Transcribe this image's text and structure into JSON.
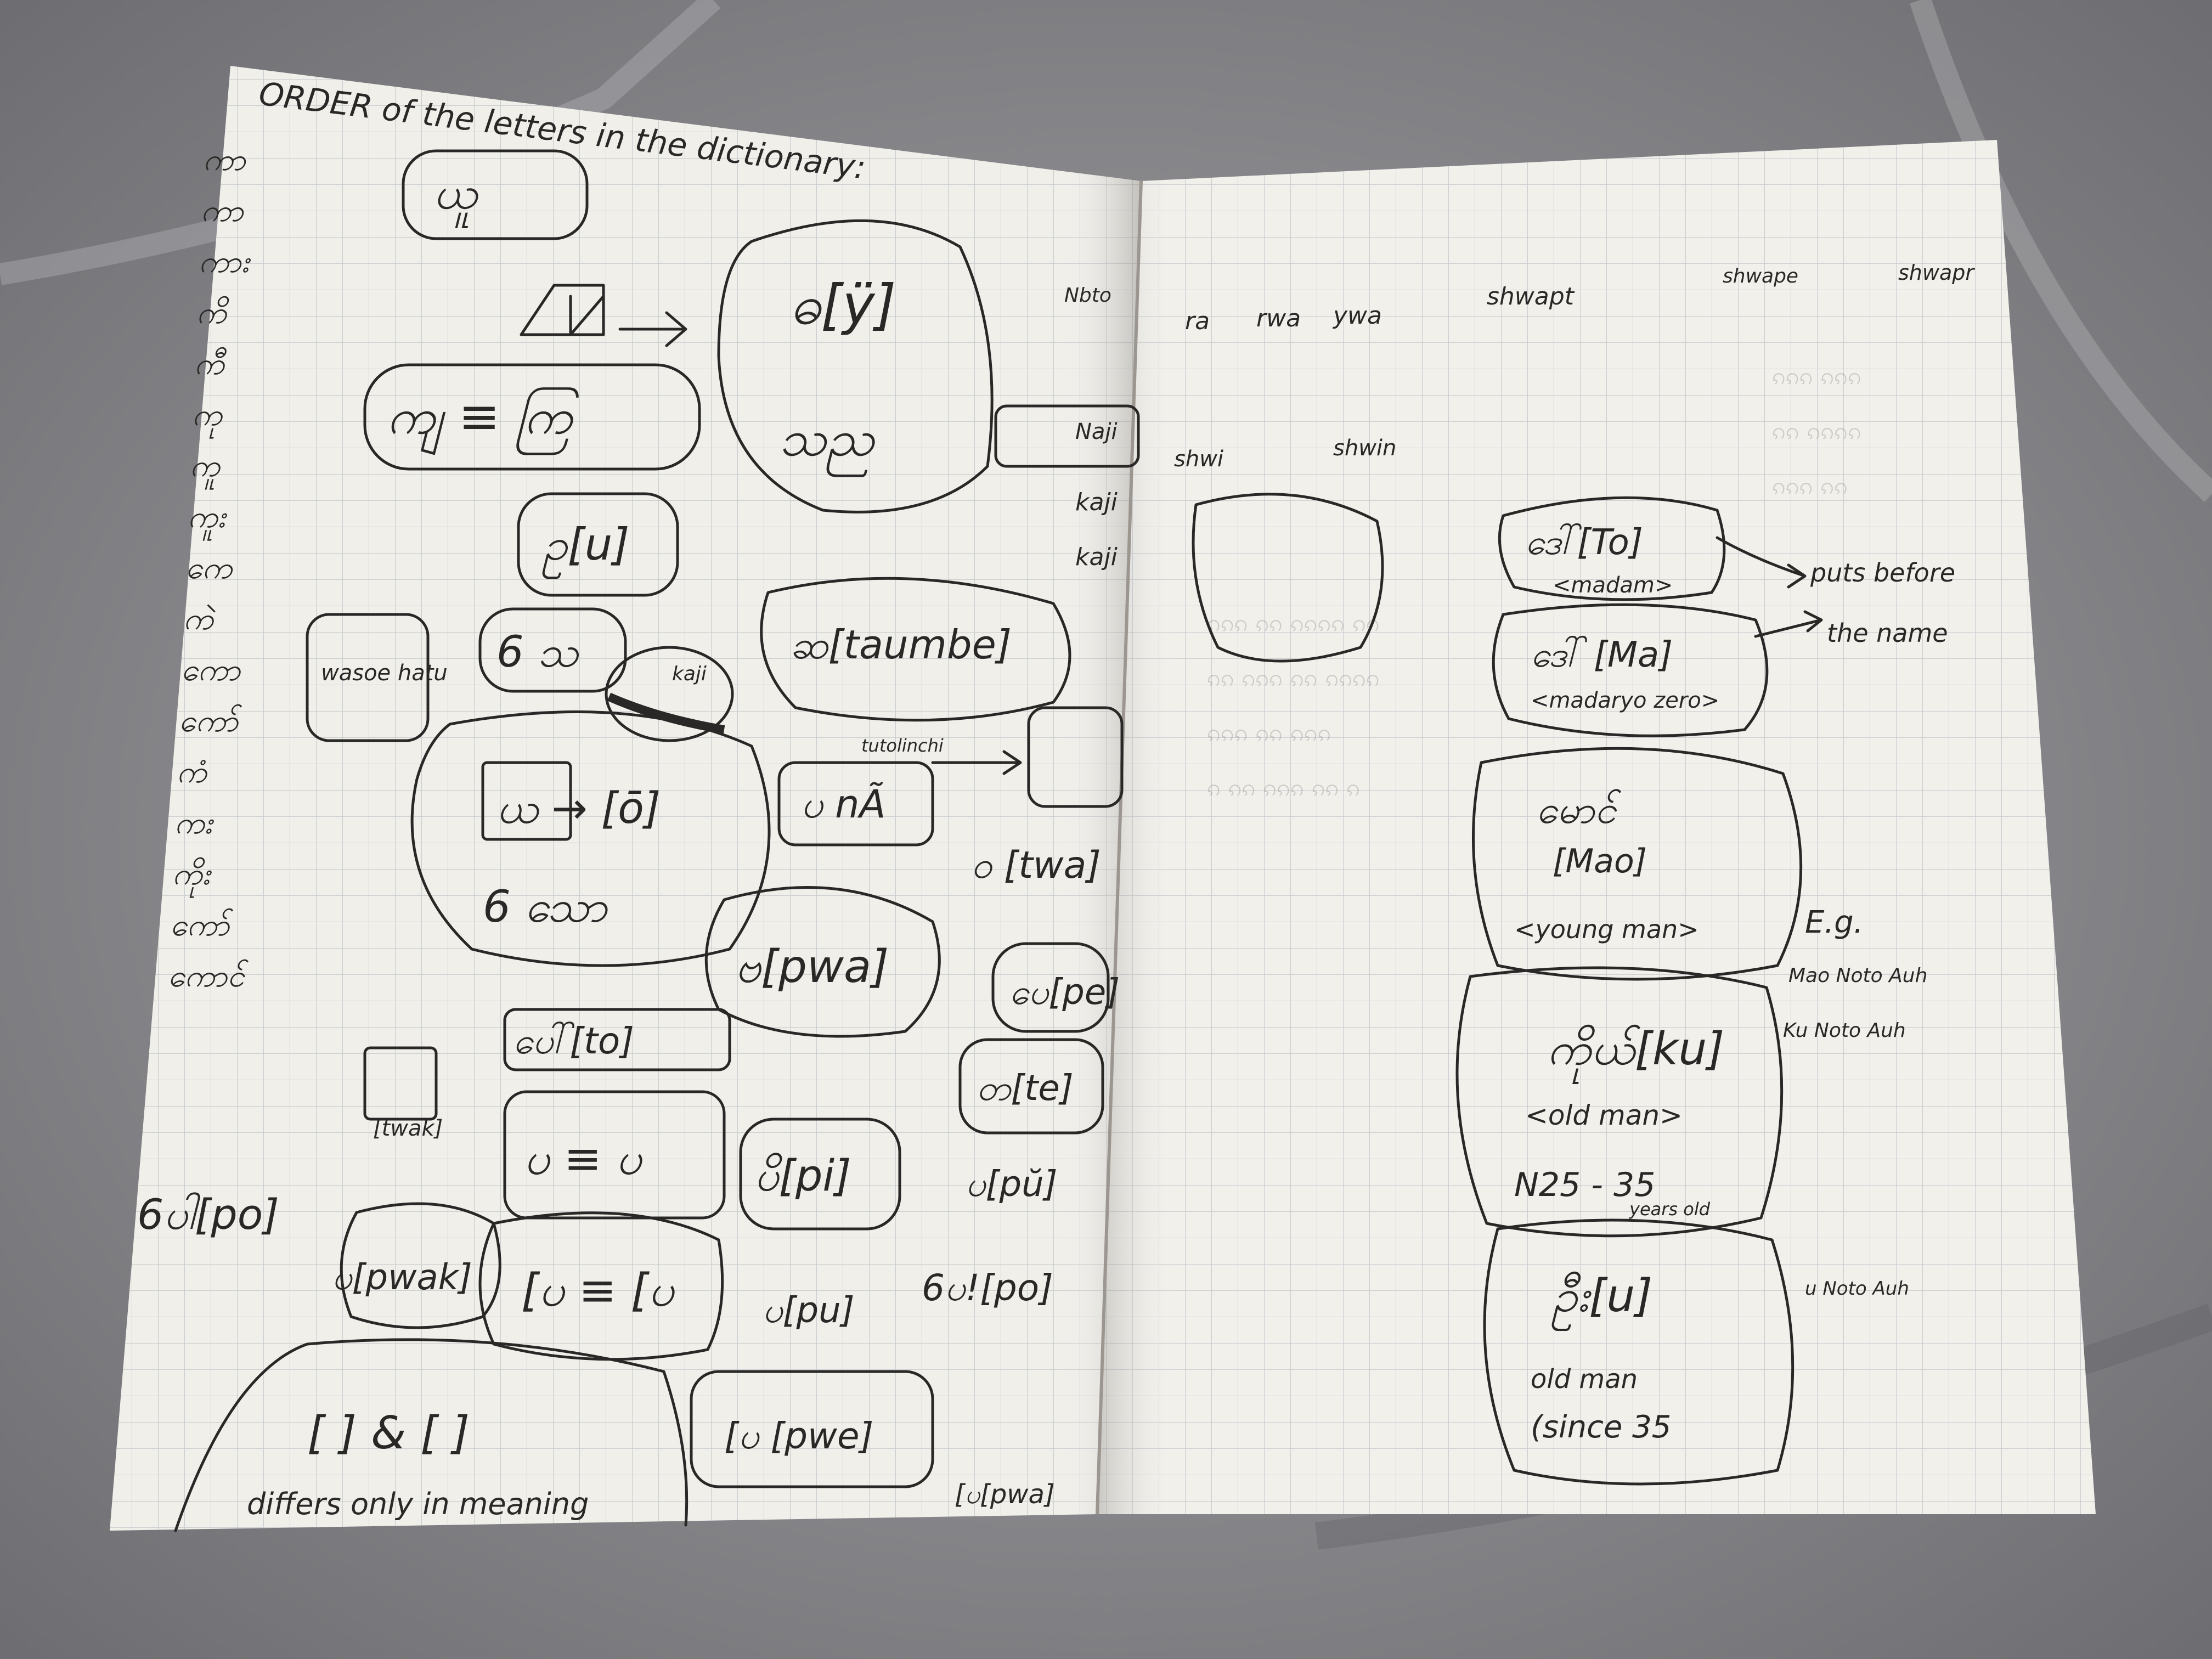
{
  "left_page": {
    "title": "ORDER of the letters in the dictionary:",
    "column_letters": [
      "ကာ",
      "ကာ",
      "ကား",
      "ကိ",
      "ကီ",
      "ကု",
      "ကူ",
      "ကူး",
      "ကေ",
      "ကဲ",
      "ကော",
      "ကော်",
      "ကံ",
      "ကး",
      "ကိုး",
      "ကော်",
      "ကောင်"
    ],
    "boxes": [
      {
        "text": "ယူ"
      },
      {
        "text": "ကျ ≡ ကြ"
      },
      {
        "text": "ဥ[u]"
      },
      {
        "text": "ဓ[ÿ]"
      },
      {
        "text": "သည"
      },
      {
        "text": "ဆ[taumbe]"
      },
      {
        "text": "ယ → [ō]"
      },
      {
        "text": "6 သော"
      },
      {
        "text": "ပ nÃ"
      },
      {
        "text": "ဗ[pwa]"
      },
      {
        "text": "ဝ [twa]"
      },
      {
        "text": "ပေ[pe]"
      },
      {
        "text": "တ[te]"
      },
      {
        "text": "ပေါ်[to]"
      },
      {
        "text": "ပ ≡ ပ"
      },
      {
        "text": "ပိ[pi]"
      },
      {
        "text": "ပ[pŭ]"
      },
      {
        "text": "ပ[pu]"
      },
      {
        "text": "6ပ![po]"
      },
      {
        "text": "6ပါ[po]"
      },
      {
        "text": "ပ[pwak]"
      },
      {
        "text": "[ပ ≡ [ပ"
      },
      {
        "text": "[ပ [pwe]"
      },
      {
        "text": "[ပ[pwa]"
      },
      {
        "text": "[ ] & [ ]"
      }
    ],
    "notes": {
      "wasoe": "wasoe hatu",
      "kaji": "kaji",
      "naji": "Naji",
      "tutolinchi": "tutolinchi",
      "twak": "[twak]",
      "nbto": "Nbto",
      "kaji_m": "kaji",
      "kaji_w": "kaji",
      "bottom": "differs only in meaning"
    }
  },
  "right_page": {
    "top_words": [
      "ra",
      "rwa",
      "ywa",
      "shwapt",
      "shwape",
      "shwapr"
    ],
    "shwi": [
      "shwi",
      "shwin"
    ],
    "cards": [
      {
        "glyph": "ဒေါ်[To]",
        "sub": "<madam>"
      },
      {
        "glyph": "ဒေါ် [Ma]",
        "sub": "<madaryo zero>"
      },
      {
        "glyph": "မောင်",
        "sub": "[Mao]",
        "note": "<young man>"
      },
      {
        "glyph": "ကိုယ်[ku]",
        "sub": "<old man>",
        "note": "N25 - 35",
        "extra": "years old"
      },
      {
        "glyph": "ဦး[u]",
        "sub": "old man",
        "note": "(since 35"
      }
    ],
    "arrow_notes": [
      "puts before",
      "the name"
    ],
    "eg": "E.g.",
    "examples": [
      "Mao Noto Auh",
      "Ku Noto Auh",
      "u Noto Auh"
    ]
  },
  "colors": {
    "paper": "#f1efea",
    "grid": "#9ea6b4",
    "ink": "#2a2826",
    "background": "#8c8c8e"
  }
}
